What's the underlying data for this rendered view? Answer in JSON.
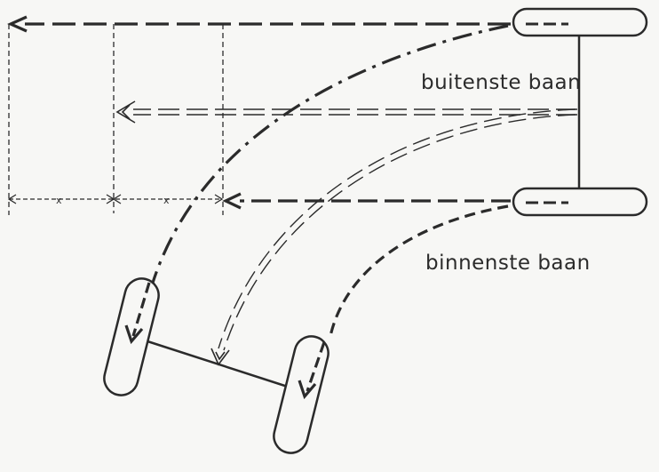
{
  "labels": {
    "outer_track": "buitenste baan",
    "inner_track": "binnenste baan",
    "spacing_marker_1": "x",
    "spacing_marker_2": "x"
  },
  "colors": {
    "ink": "#2b2b2b",
    "paper": "#f7f7f5"
  }
}
